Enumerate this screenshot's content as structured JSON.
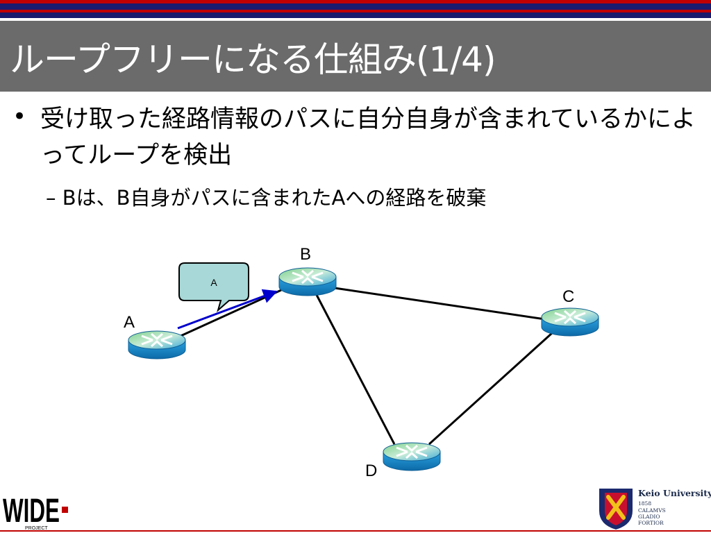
{
  "slide": {
    "title": "ループフリーになる仕組み(1/4)",
    "bullet_marker": "•",
    "bullet_text": "受け取った経路情報のパスに自分自身が含まれているかによってループを検出",
    "sub_bullet": "– Bは、B自身がパスに含まれたAへの経路を破棄"
  },
  "diagram": {
    "routers": [
      {
        "id": "A",
        "label": "A"
      },
      {
        "id": "B",
        "label": "B"
      },
      {
        "id": "C",
        "label": "C"
      },
      {
        "id": "D",
        "label": "D"
      }
    ],
    "links": [
      [
        "A",
        "B"
      ],
      [
        "B",
        "C"
      ],
      [
        "B",
        "D"
      ],
      [
        "C",
        "D"
      ]
    ],
    "callout_text": "A",
    "arrow_color": "#0000cc"
  },
  "logos": {
    "wide_text": "WIDE",
    "wide_sub": "PROJECT",
    "keio_name": "Keio University",
    "keio_year": "1858",
    "keio_motto": [
      "CALAMVS",
      "GLADIO",
      "FORTIOR"
    ]
  },
  "colors": {
    "title_bg": "#6b6b6b",
    "stripe_red": "#c00000",
    "stripe_navy": "#1a1a6e",
    "router_blue": "#1a8fd0",
    "router_green": "#8fd06a",
    "callout_fill": "#a8d8d8"
  }
}
